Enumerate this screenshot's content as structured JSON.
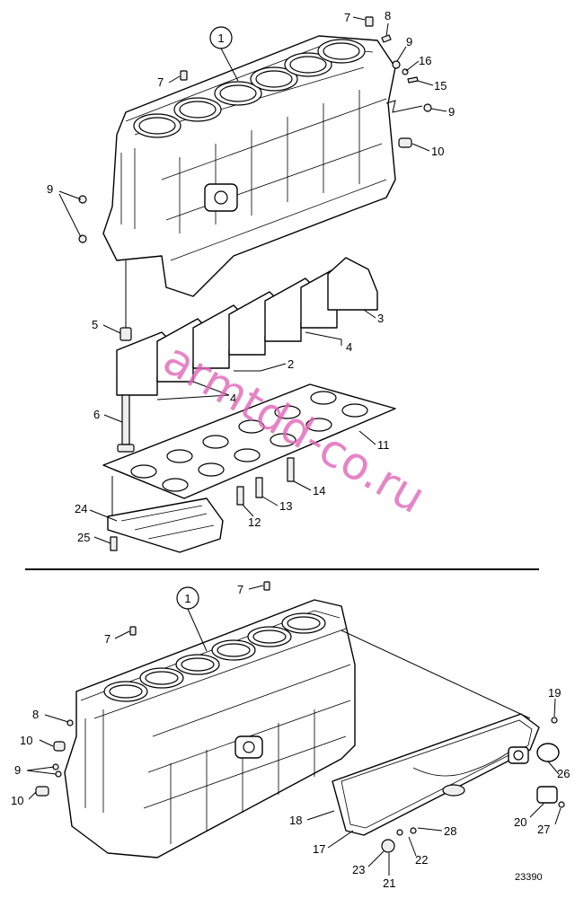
{
  "watermark": "armtdd-co.ru",
  "reference": "23390",
  "top": {
    "callout": "1",
    "labels": [
      "7",
      "8",
      "9",
      "16",
      "15",
      "9",
      "10",
      "7",
      "9",
      "3",
      "4",
      "5",
      "2",
      "4",
      "6",
      "11",
      "14",
      "13",
      "12",
      "24",
      "25"
    ]
  },
  "bottom": {
    "callout": "1",
    "labels": [
      "7",
      "7",
      "8",
      "10",
      "9",
      "10",
      "19",
      "26",
      "20",
      "27",
      "18",
      "17",
      "23",
      "21",
      "22",
      "28"
    ]
  }
}
